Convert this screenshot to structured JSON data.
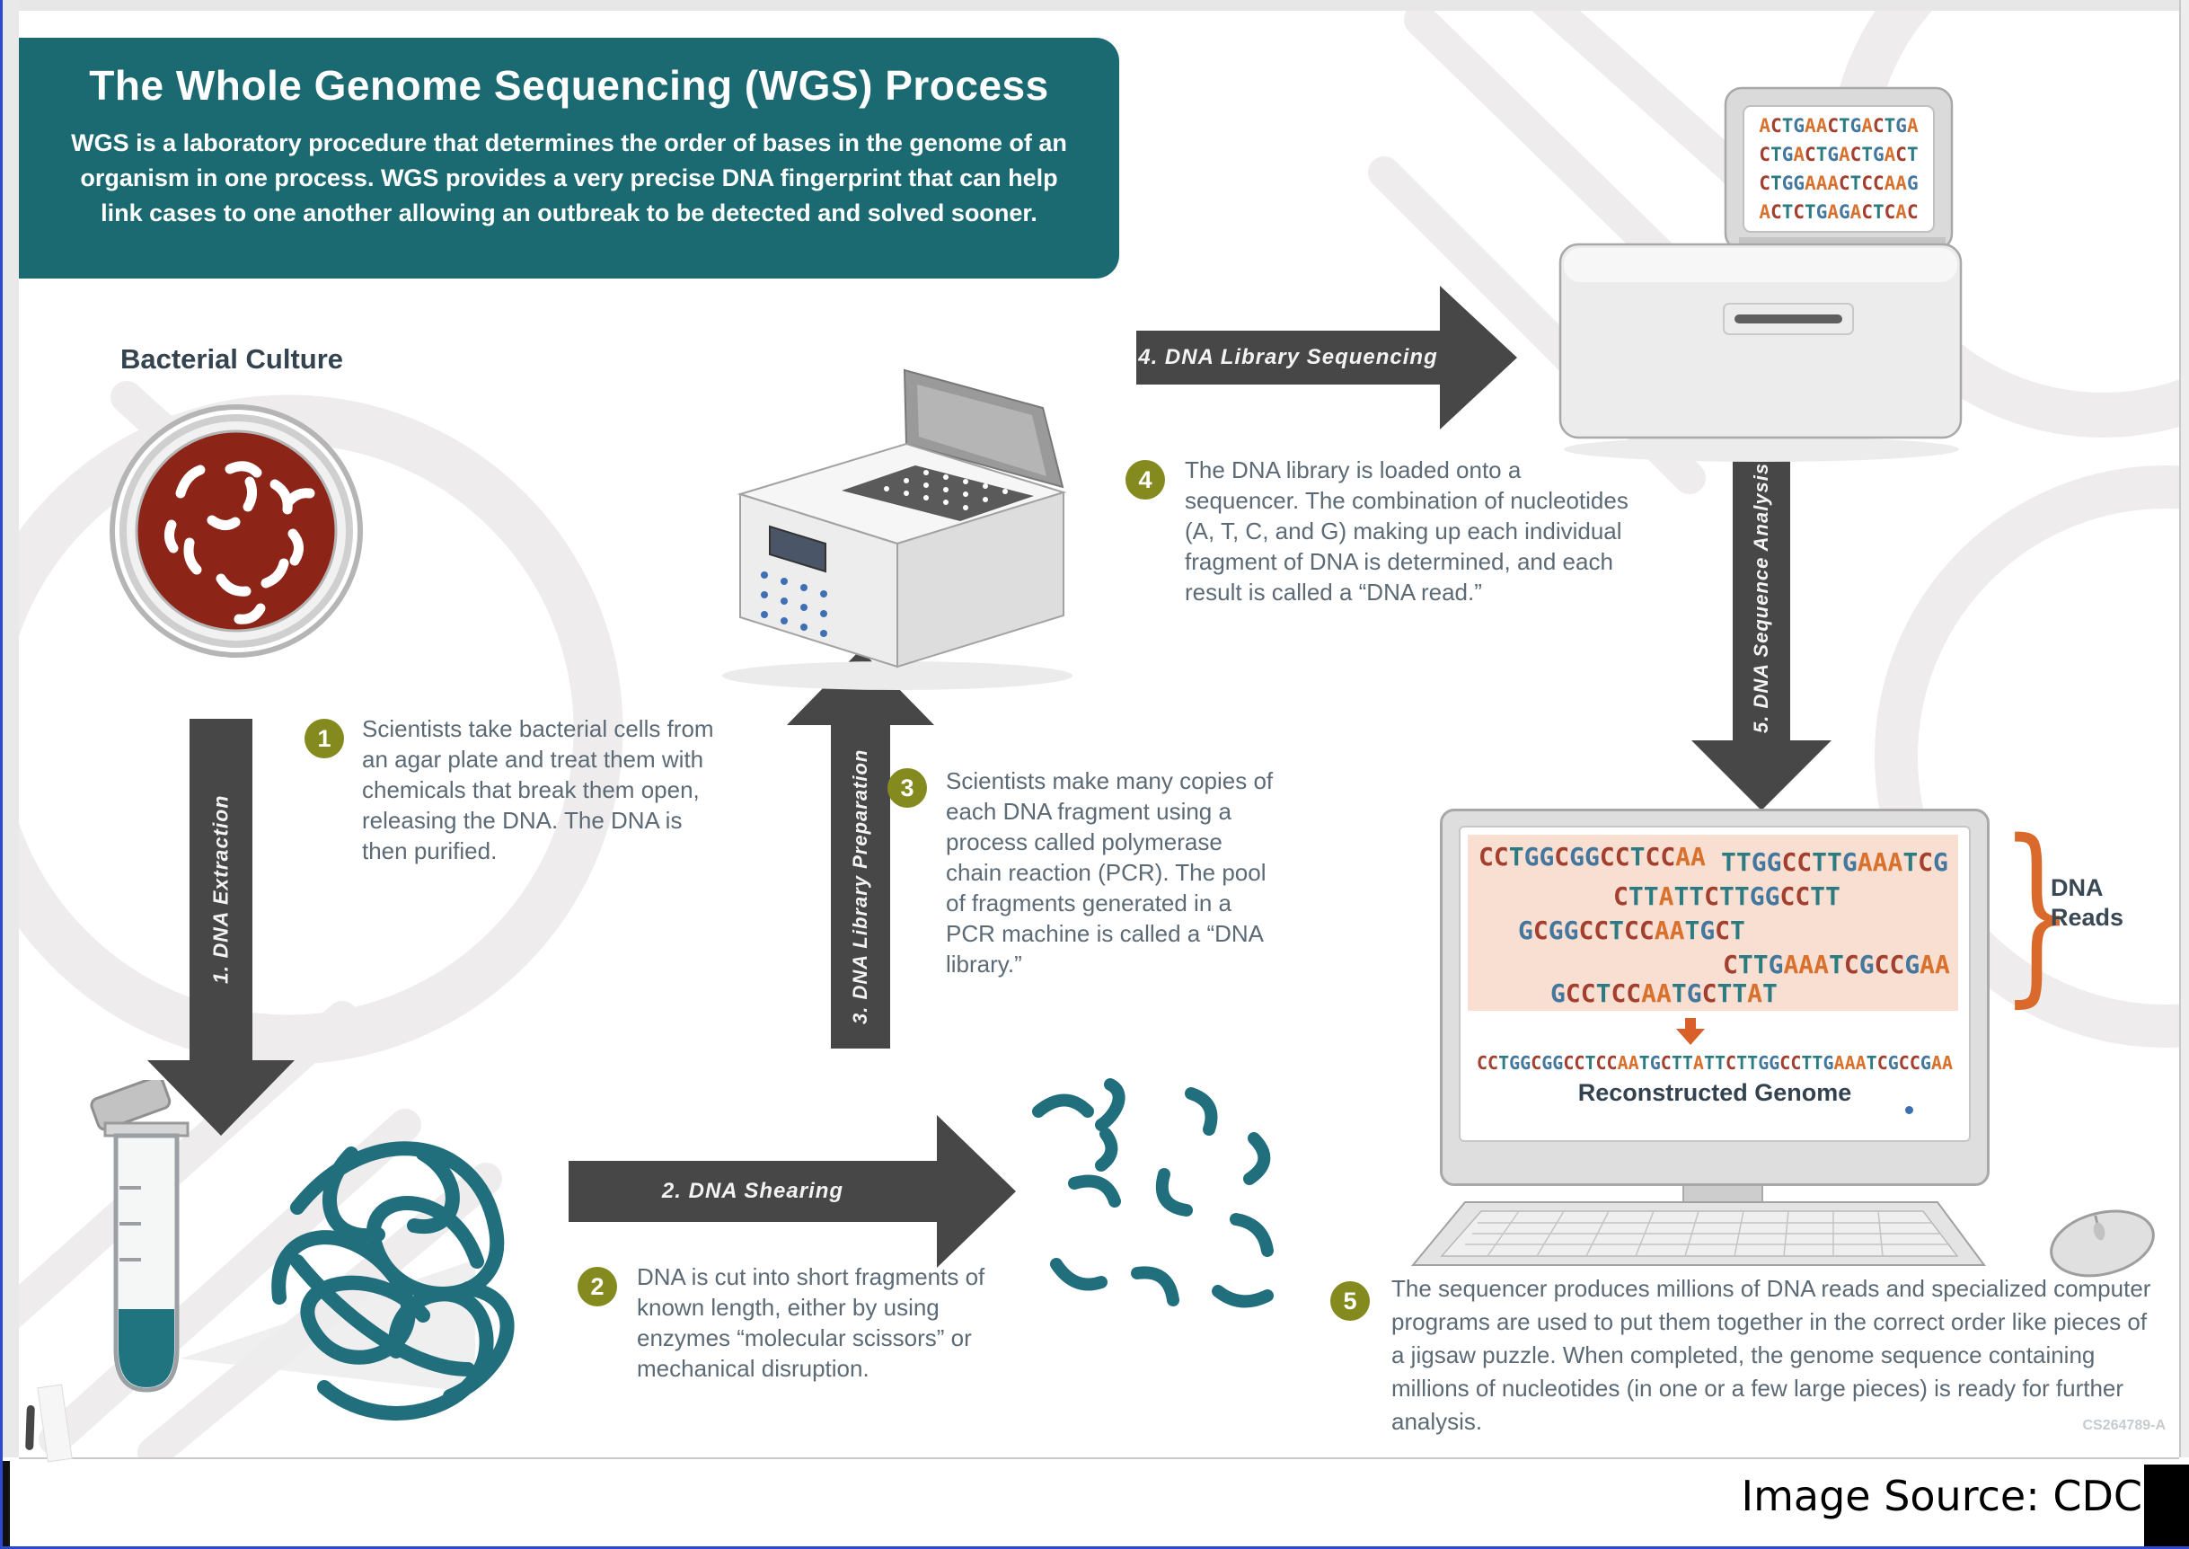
{
  "header": {
    "title": "The Whole Genome Sequencing (WGS) Process",
    "subtitle": "WGS is a laboratory procedure that determines the order of bases in the genome of an organism in one process. WGS provides a very precise DNA fingerprint that can help link cases to one another allowing an outbreak to be detected and solved sooner."
  },
  "labels": {
    "bacterial_culture": "Bacterial Culture",
    "dna_reads": "DNA Reads",
    "reconstructed_genome": "Reconstructed Genome"
  },
  "arrows": [
    {
      "label": "1. DNA Extraction",
      "direction": "down"
    },
    {
      "label": "2. DNA Shearing",
      "direction": "right"
    },
    {
      "label": "3. DNA Library Preparation",
      "direction": "up"
    },
    {
      "label": "4. DNA Library Sequencing",
      "direction": "right"
    },
    {
      "label": "5. DNA Sequence Analysis",
      "direction": "down"
    }
  ],
  "steps": [
    {
      "number": "1",
      "text": "Scientists take bacterial cells from an agar plate and treat them with chemicals that break them open, releasing the DNA. The DNA is then purified."
    },
    {
      "number": "2",
      "text": "DNA is cut into short fragments of known length, either by using enzymes “molecular scissors” or mechanical disruption."
    },
    {
      "number": "3",
      "text": "Scientists make many copies of each DNA fragment using a process called polymerase chain reaction (PCR). The pool of fragments generated in a PCR machine is called a “DNA library.”"
    },
    {
      "number": "4",
      "text": "The DNA library is loaded onto a sequencer. The combination of nucleotides (A, T, C, and G) making up each individual fragment of DNA is determined, and each result is called a “DNA read.”"
    },
    {
      "number": "5",
      "text": "The sequencer produces millions of DNA reads and specialized computer programs are used to put them together in the correct order like pieces of a jigsaw puzzle. When completed, the genome sequence containing millions of nucleotides (in one or a few large pieces) is ready for further analysis."
    }
  ],
  "sequencer_screen_lines": [
    "ACTGAACTGACTGA",
    "CTGACTGACTGACT",
    "CTGGAAACTCCAAG",
    "ACTCTGAGACTCAC"
  ],
  "dna_reads": [
    "CCTGGCGGCCTCCAA",
    "TTGGCCTTGAAATCG",
    "CTTATTCTTGGCCTT",
    "GCGGCCTCCAATGCT",
    "CTTGAAATCGCCGAA",
    "GCCTCCAATGCTTAT"
  ],
  "reconstructed_sequence": "CCTGGCGGCCTCCAATGCTTATTCTTGGCCTTGAAATCGCCGAA",
  "footer": {
    "source": "Image Source: CDC",
    "code": "CS264789-A"
  },
  "colors": {
    "header_teal": "#1c6a71",
    "arrow_gray": "#474747",
    "badge_olive": "#858a1f",
    "nucleotide_A": "#d9712e",
    "nucleotide_C": "#a23f2f",
    "nucleotide_G": "#44779d",
    "nucleotide_T": "#2a7b82",
    "reads_box_pink": "#f9ded2",
    "accent_orange": "#d96029",
    "dna_teal": "#216f7d",
    "agar_red": "#8c2418"
  }
}
